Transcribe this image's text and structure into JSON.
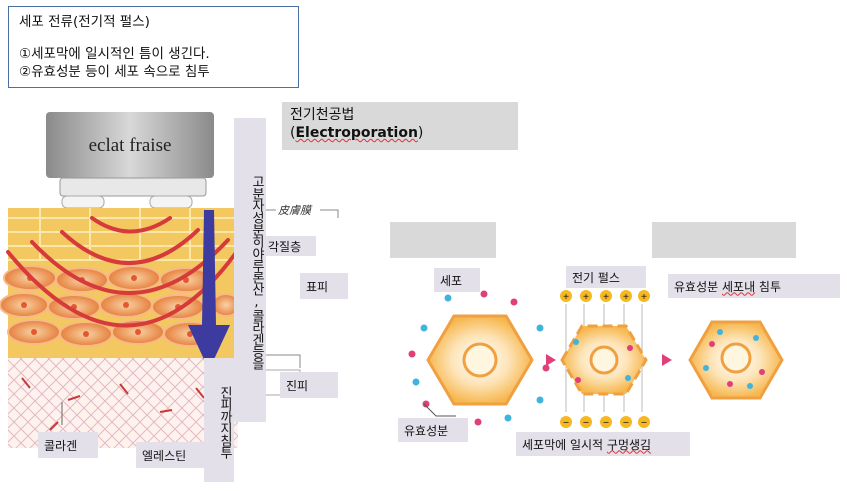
{
  "info": {
    "title": "세포 전류(전기적 펄스)",
    "line1": "①세포막에 일시적인 틈이 생긴다.",
    "line2": "②유효성분 등이 세포 속으로 침투"
  },
  "device": {
    "brand": "eclat fraise"
  },
  "skin": {
    "membrane_label": "皮膚膜",
    "stratum_corneum": "각질층",
    "epidermis": "표피",
    "dermis": "진피",
    "collagen": "콜라겐",
    "elastin": "엘레스틴",
    "high_molecule_note": "고분자성분히야루론산,콜라겐등을",
    "dermis_penetration": "진피까지침투"
  },
  "electroporation": {
    "title_ko": "전기천공법",
    "title_en": "Electroporation",
    "cell": "세포",
    "pulse": "전기 펄스",
    "infiltration_prefix": "유효성분 ",
    "infiltration_emph": "세포내",
    "infiltration_suffix": " 침투",
    "active_ingredient": "유효성분",
    "gap_prefix": "세포막에 일시적 ",
    "gap_emph": "구멍생김",
    "plus": "+",
    "minus": "−"
  },
  "colors": {
    "skin_yellow": "#f3c860",
    "cell_orange": "#f0a040",
    "wave_red": "#d63a3a",
    "arrow_blue": "#3d3aa0",
    "label_bg": "#e3e0ea",
    "grey_box": "#d9d9d9"
  }
}
